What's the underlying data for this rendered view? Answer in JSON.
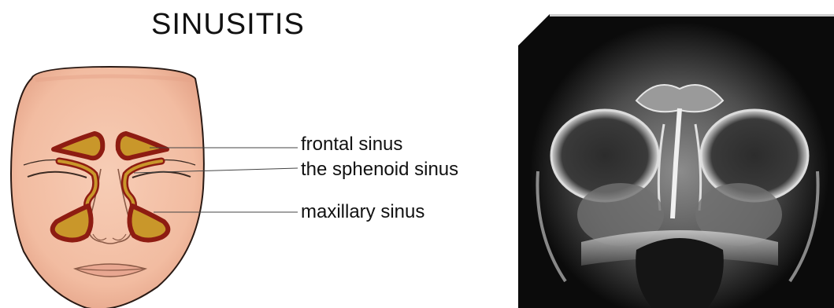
{
  "title": "SINUSITIS",
  "labels": {
    "frontal": "frontal sinus",
    "sphenoid": "the sphenoid sinus",
    "maxillary": "maxillary sinus"
  },
  "colors": {
    "skin": "#f6c9b0",
    "skin_shade": "#e9a98f",
    "sinus_outer": "#8e1c12",
    "sinus_inner": "#c9972a",
    "xray_bg": "#0b0b0b",
    "xray_bone": "#e8e8e8"
  },
  "icons": {
    "face": "face-illustration",
    "xray": "sinus-xray-image"
  }
}
